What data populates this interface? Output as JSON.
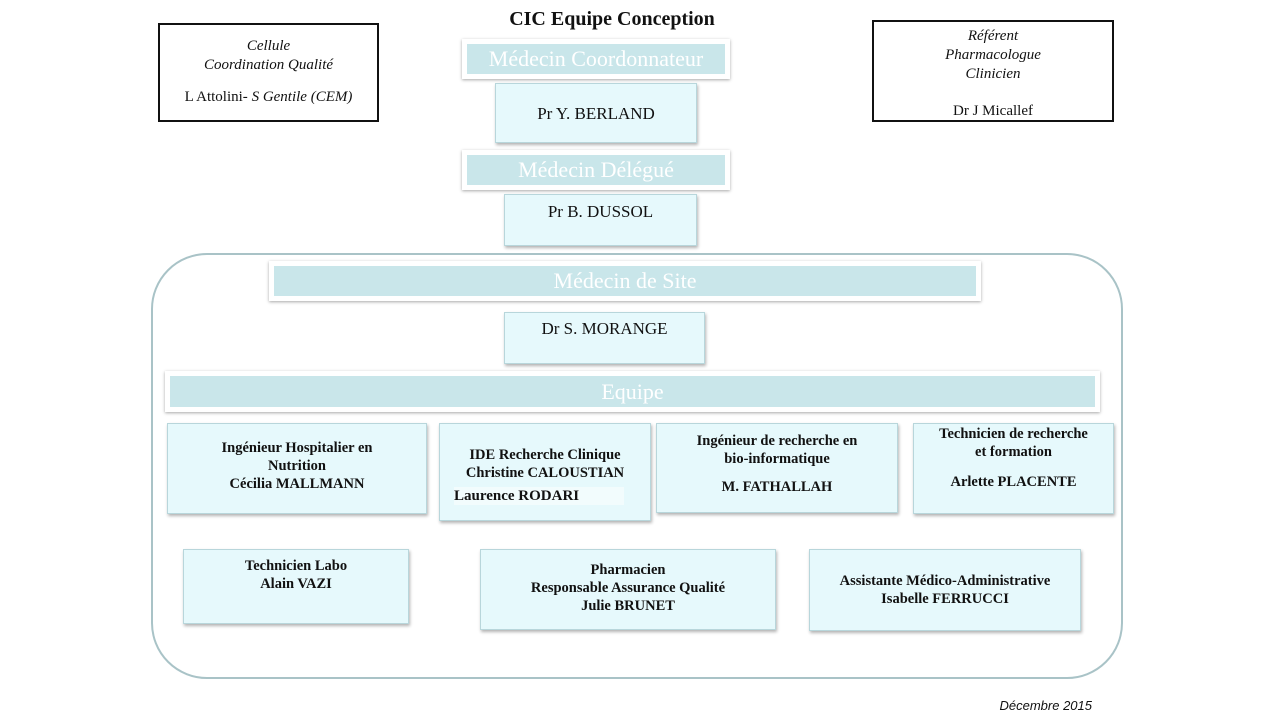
{
  "title": "CIC Equipe Conception",
  "quality_box": {
    "line1": "Cellule",
    "line2": "Coordination Qualité",
    "line3_prefix": "L  Attolini- ",
    "line3_italic": "S Gentile (CEM)"
  },
  "pharmaco_box": {
    "line1": "Référent",
    "line2": "Pharmacologue",
    "line3": "Clinicien",
    "name": "Dr J Micallef"
  },
  "coordinator": {
    "header": "Médecin Coordonnateur",
    "name": "Pr Y. BERLAND"
  },
  "delegate": {
    "header": "Médecin Délégué",
    "name": "Pr B. DUSSOL"
  },
  "site": {
    "header": "Médecin de Site",
    "name": "Dr S. MORANGE"
  },
  "team": {
    "header": "Equipe",
    "row1": [
      {
        "lines": [
          "Ingénieur Hospitalier en",
          "Nutrition",
          "Cécilia MALLMANN"
        ]
      },
      {
        "lines": [
          "IDE Recherche Clinique",
          "Christine CALOUSTIAN"
        ],
        "extra": "Laurence RODARI"
      },
      {
        "lines": [
          "Ingénieur  de recherche en",
          "bio-informatique",
          "",
          "M. FATHALLAH"
        ]
      },
      {
        "lines": [
          "Technicien de recherche",
          "et formation",
          "",
          "Arlette PLACENTE"
        ]
      }
    ],
    "row2": [
      {
        "lines": [
          "Technicien Labo",
          "Alain VAZI"
        ]
      },
      {
        "lines": [
          "Pharmacien",
          "Responsable Assurance Qualité",
          "Julie BRUNET"
        ]
      },
      {
        "lines": [
          "Assistante Médico-Administrative",
          "Isabelle FERRUCCI"
        ]
      }
    ]
  },
  "footer": "Décembre 2015",
  "colors": {
    "header_fill": "#c9e6ea",
    "card_fill": "#e6f9fc",
    "frame": "#a9c3c7"
  }
}
